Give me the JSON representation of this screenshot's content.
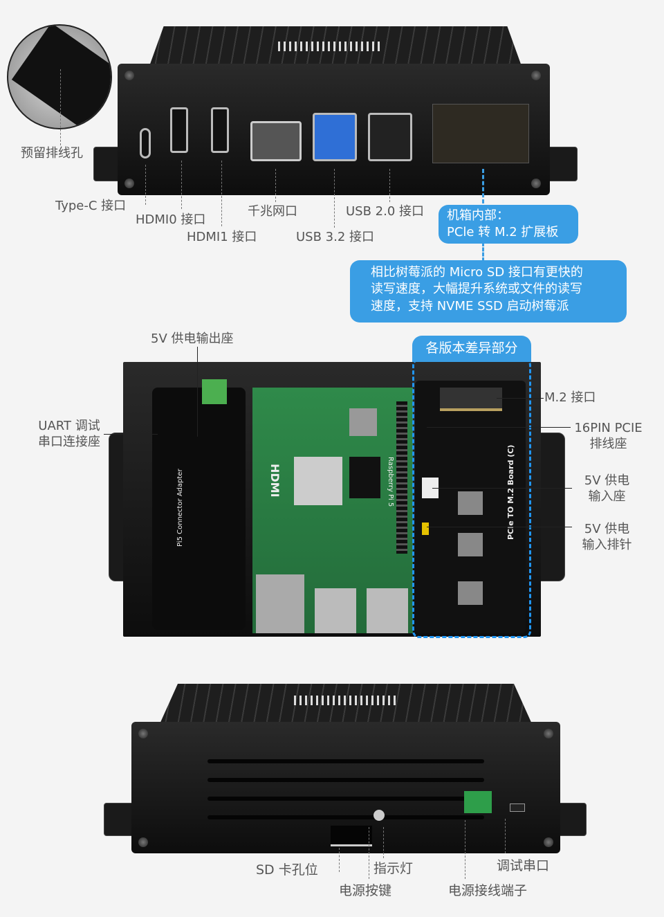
{
  "top_section": {
    "inset_label": "预留排线孔",
    "ports": [
      {
        "label": "Type-C 接口"
      },
      {
        "label": "HDMI0 接口"
      },
      {
        "label": "HDMI1 接口"
      },
      {
        "label": "千兆网口"
      },
      {
        "label": "USB 3.2 接口"
      },
      {
        "label": "USB 2.0 接口"
      }
    ],
    "callout_title": "机箱内部：",
    "callout_subtitle": "PCle 转 M.2 扩展板",
    "description_lines": [
      "相比树莓派的 Micro SD 接口有更快的",
      "读写速度，大幅提升系统或文件的读写",
      "速度，支持 NVME SSD 启动树莓派"
    ],
    "accent_color": "#3a9ee4"
  },
  "middle_section": {
    "power_out_label": "5V 供电输出座",
    "uart_label_lines": [
      "UART 调试",
      "串口连接座"
    ],
    "version_diff_badge": "各版本差异部分",
    "right_labels": [
      {
        "lines": [
          "M.2 接口"
        ]
      },
      {
        "lines": [
          "16PIN PCIE",
          "排线座"
        ]
      },
      {
        "lines": [
          "5V 供电",
          "输入座"
        ]
      },
      {
        "lines": [
          "5V 供电",
          "输入排针"
        ]
      }
    ],
    "board_labels": {
      "adapter": "Pi5 Connector Adapter",
      "pi": "Raspberry Pi 5",
      "hdmi": "HDMI",
      "m2_board": "PCIe TO M.2 Board (C)"
    }
  },
  "bottom_section": {
    "labels": {
      "sd": "SD 卡孔位",
      "led": "指示灯",
      "power_button": "电源按键",
      "debug_uart": "调试串口",
      "power_terminal": "电源接线端子"
    }
  }
}
